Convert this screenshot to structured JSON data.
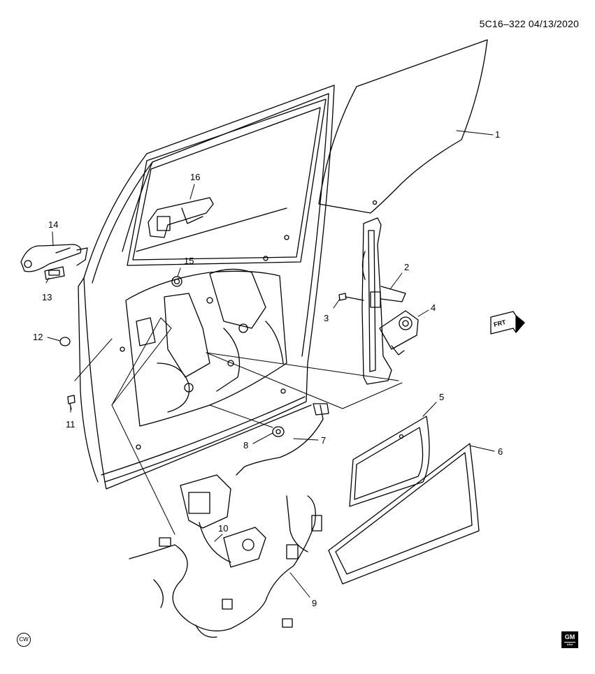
{
  "header": {
    "code": "5C16–322  04/13/2020"
  },
  "badges": {
    "cw": "CW",
    "logo": "GM",
    "logo_sub": "USA"
  },
  "direction": {
    "label": "FRT"
  },
  "callouts": [
    "1",
    "2",
    "3",
    "4",
    "5",
    "6",
    "7",
    "8",
    "9",
    "10",
    "11",
    "12",
    "13",
    "14",
    "15",
    "16"
  ]
}
